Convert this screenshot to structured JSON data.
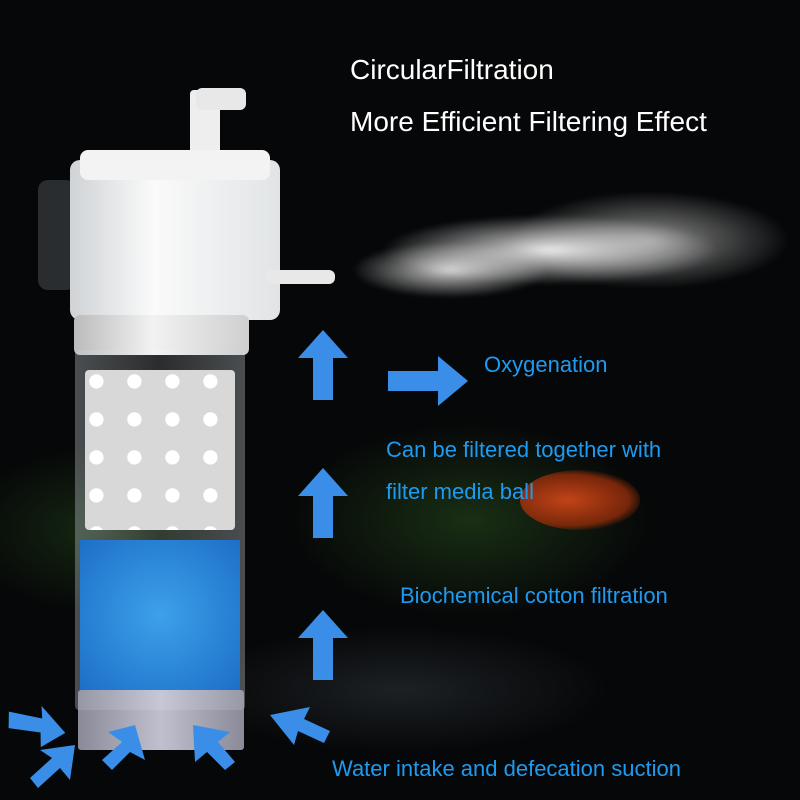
{
  "headline": {
    "line1": "CircularFiltration",
    "line2": "More Efficient Filtering Effect"
  },
  "labels": {
    "oxygenation": "Oxygenation",
    "media_line1": "Can be filtered together with",
    "media_line2": "filter media ball",
    "cotton": "Biochemical cotton filtration",
    "intake": "Water intake and defecation suction"
  },
  "colors": {
    "label_blue": "#1e9bf0",
    "arrow_blue": "#3a8ee8",
    "background": "#060708"
  }
}
